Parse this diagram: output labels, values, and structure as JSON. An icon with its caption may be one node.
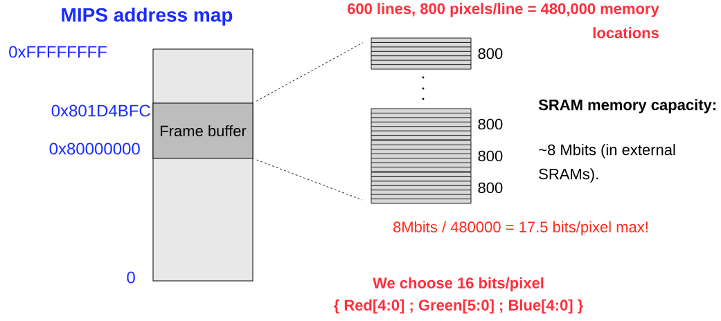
{
  "diagram": {
    "title": "MIPS address map",
    "nodes": [
      {
        "text": [],
        "shape": "bar"
      },
      {
        "text": [
          "Frame buffer"
        ],
        "in": 0
      },
      {
        "text": [],
        "shape": "box",
        "beside": [
          "800"
        ]
      },
      {
        "text": [],
        "shape": "box",
        "beside": [
          "800"
        ]
      },
      {
        "text": [],
        "shape": "box",
        "beside": [
          "800"
        ]
      },
      {
        "text": [],
        "shape": "box",
        "beside": [
          "800"
        ]
      }
    ],
    "edges": [
      {
        "from": 1,
        "to": 2,
        "arrow": "none",
        "style": "dashed"
      },
      {
        "from": 1,
        "to": 5,
        "arrow": "none",
        "style": "dashed"
      }
    ],
    "labels": [
      "0xFFFFFFFF",
      "0x801D4BFC",
      "0x80000000",
      "0",
      "600 lines, 800 pixels/line = 480,000 memory locations",
      "SRAM memory capacity:",
      "~8 Mbits (in external SRAMs).",
      "8Mbits / 480000 = 17.5 bits/pixel max!",
      "We choose 16 bits/pixel",
      "{ Red[4:0] ; Green[5:0] ; Blue[4:0] }"
    ]
  }
}
